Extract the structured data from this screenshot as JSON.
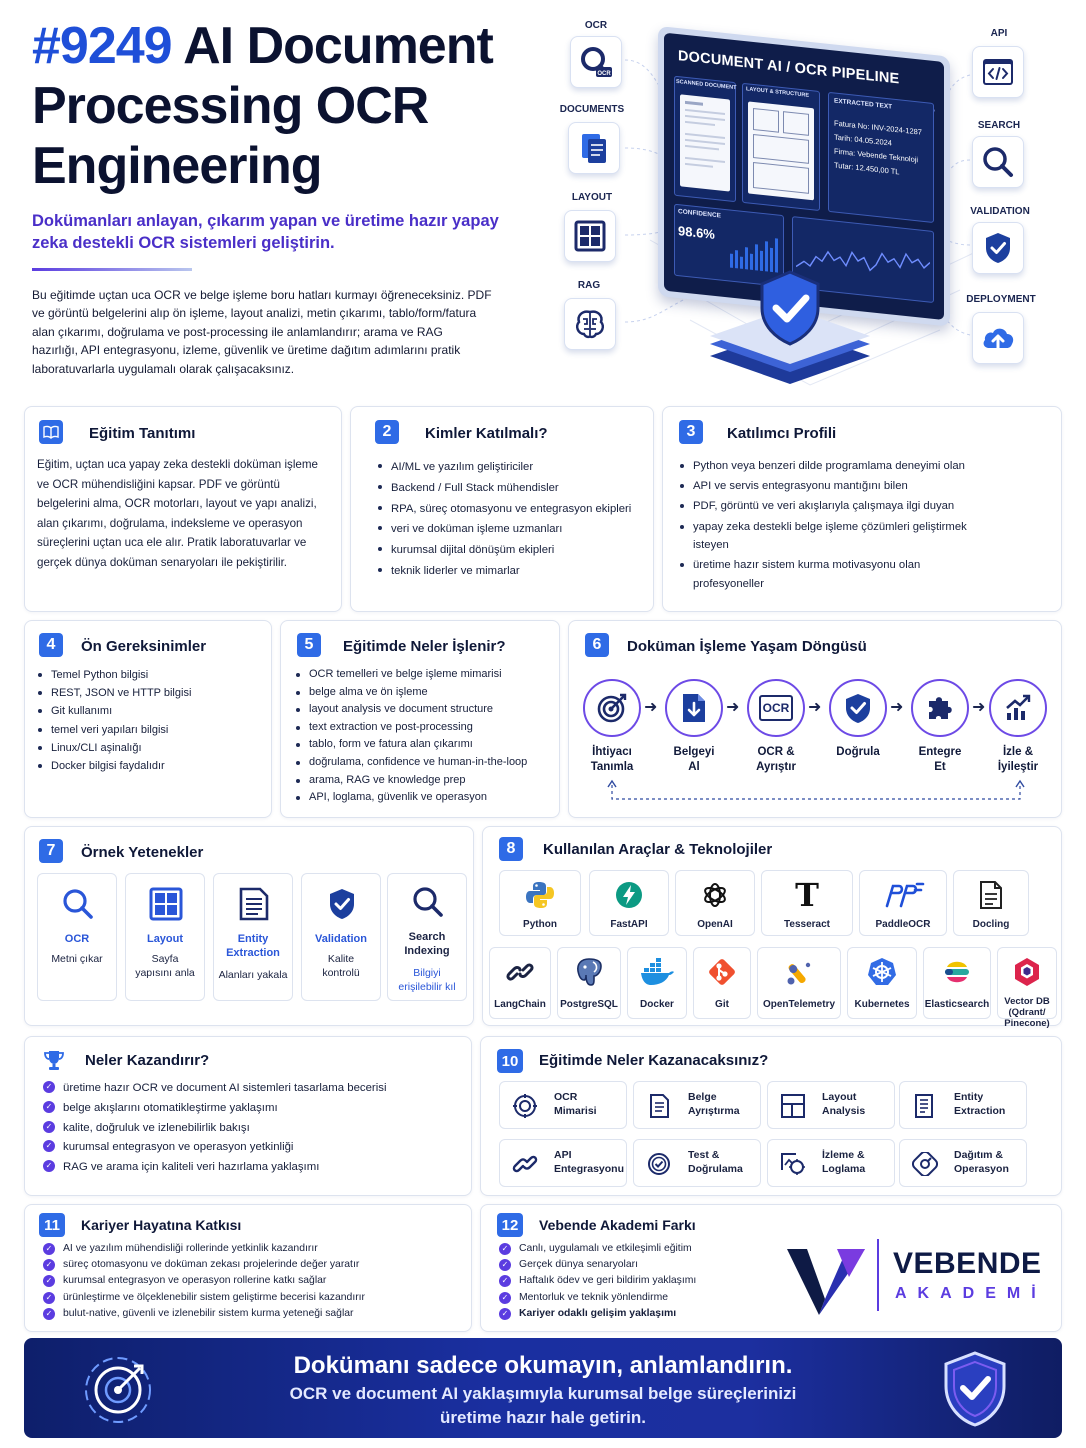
{
  "header": {
    "number": "#9249",
    "title_rest": " AI Document Processing OCR Engineering",
    "subtitle": "Dokümanları anlayan, çıkarım yapan ve üretime hazır yapay zeka destekli OCR sistemleri geliştirin.",
    "intro": "Bu eğitimde uçtan uca OCR ve belge işleme boru hatları kurmayı öğreneceksiniz. PDF ve görüntü belgelerini alıp ön işleme, layout analizi, metin çıkarımı, tablo/form/fatura alan çıkarımı, doğrulama ve post-processing ile anlamlandırır; arama ve RAG hazırlığı, API entegrasyonu, izleme, güvenlik ve üretime dağıtım adımlarını pratik laboratuvarlarla uygulamalı olarak çalışacaksınız."
  },
  "hero": {
    "left_labels": [
      "OCR",
      "DOCUMENTS",
      "LAYOUT",
      "RAG"
    ],
    "right_labels": [
      "API",
      "SEARCH",
      "VALIDATION",
      "DEPLOYMENT"
    ],
    "monitor_title": "DOCUMENT AI / OCR PIPELINE",
    "panel_scanned": "SCANNED DOCUMENT",
    "panel_layout": "LAYOUT & STRUCTURE",
    "panel_extracted": "EXTRACTED TEXT",
    "fields": [
      "Fatura No:  INV-2024-1287",
      "Tarih:       04.05.2024",
      "Firma:  Vebende Teknoloji",
      "Tutar:      12.450,00 TL"
    ],
    "confidence_label": "CONFIDENCE",
    "confidence_value": "98.6%",
    "ocr_badge": "OCR"
  },
  "sec1": {
    "title": "Eğitim Tanıtımı",
    "text": "Eğitim, uçtan uca yapay zeka destekli doküman işleme ve OCR mühendisliğini kapsar. PDF ve görüntü belgelerini alma, OCR motorları, layout ve yapı analizi, alan çıkarımı, doğrulama, indeksleme ve operasyon süreçlerini uçtan uca ele alır. Pratik laboratuvarlar ve gerçek dünya doküman senaryoları ile pekiştirilir."
  },
  "sec2": {
    "num": "2",
    "title": "Kimler Katılmalı?",
    "items": [
      "AI/ML ve yazılım geliştiriciler",
      "Backend / Full Stack mühendisler",
      "RPA, süreç otomasyonu ve entegrasyon ekipleri",
      "veri ve doküman işleme uzmanları",
      "kurumsal dijital dönüşüm ekipleri",
      "teknik liderler ve mimarlar"
    ]
  },
  "sec3": {
    "num": "3",
    "title": "Katılımcı Profili",
    "items": [
      "Python veya benzeri dilde programlama deneyimi olan",
      "API ve servis entegrasyonu mantığını bilen",
      "PDF, görüntü ve veri akışlarıyla çalışmaya ilgi duyan",
      "yapay zeka destekli belge işleme çözümleri geliştirmek isteyen",
      "üretime hazır sistem kurma motivasyonu olan profesyoneller"
    ]
  },
  "sec4": {
    "num": "4",
    "title": "Ön Gereksinimler",
    "items": [
      "Temel Python bilgisi",
      "REST, JSON ve HTTP bilgisi",
      "Git kullanımı",
      "temel veri yapıları bilgisi",
      "Linux/CLI aşinalığı",
      "Docker bilgisi faydalıdır"
    ]
  },
  "sec5": {
    "num": "5",
    "title": "Eğitimde Neler İşlenir?",
    "items": [
      "OCR temelleri ve belge işleme mimarisi",
      "belge alma ve ön işleme",
      "layout analysis ve document structure",
      "text extraction ve post-processing",
      "tablo, form ve fatura alan çıkarımı",
      "doğrulama, confidence ve human-in-the-loop",
      "arama, RAG ve knowledge prep",
      "API, loglama, güvenlik ve operasyon"
    ]
  },
  "sec6": {
    "num": "6",
    "title": "Doküman İşleme Yaşam Döngüsü",
    "steps": [
      {
        "line1": "İhtiyacı",
        "line2": "Tanımla",
        "icon": "target-icon"
      },
      {
        "line1": "Belgeyi",
        "line2": "Al",
        "icon": "document-download-icon"
      },
      {
        "line1": "OCR &",
        "line2": "Ayrıştır",
        "icon": "ocr-icon"
      },
      {
        "line1": "Doğrula",
        "line2": "",
        "icon": "shield-check-icon"
      },
      {
        "line1": "Entegre",
        "line2": "Et",
        "icon": "puzzle-icon"
      },
      {
        "line1": "İzle &",
        "line2": "İyileştir",
        "icon": "chart-growth-icon"
      }
    ],
    "ocr_box_text": "OCR"
  },
  "sec7": {
    "num": "7",
    "title": "Örnek Yetenekler",
    "items": [
      {
        "name": "OCR",
        "desc": "Metni çıkar",
        "icon": "search-icon"
      },
      {
        "name": "Layout",
        "desc": "Sayfa yapısını anla",
        "icon": "layout-grid-icon"
      },
      {
        "name": "Entity Extraction",
        "desc": "Alanları yakala",
        "icon": "document-lines-icon"
      },
      {
        "name": "Validation",
        "desc": "Kalite kontrolü",
        "icon": "shield-check-icon"
      },
      {
        "name": "Search Indexing",
        "desc": "Bilgiyi erişilebilir kıl",
        "icon": "search-icon"
      }
    ]
  },
  "sec8": {
    "num": "8",
    "title": "Kullanılan Araçlar & Teknolojiler",
    "row1": [
      "Python",
      "FastAPI",
      "OpenAI",
      "Tesseract",
      "PaddleOCR",
      "Docling"
    ],
    "row2": [
      "LangChain",
      "PostgreSQL",
      "Docker",
      "Git",
      "OpenTelemetry",
      "Kubernetes",
      "Elasticsearch",
      "Vector DB (Qdrant/ Pinecone)"
    ],
    "tesseract_glyph": "T",
    "colors": {
      "python_blue": "#3b74c0",
      "python_yellow": "#f5c623",
      "fastapi": "#0c9a83",
      "git": "#f0502f",
      "docker": "#1d8fe0",
      "kubernetes": "#326ce5"
    }
  },
  "sec9": {
    "title": "Neler Kazandırır?",
    "items": [
      "üretime hazır OCR ve document AI sistemleri tasarlama becerisi",
      "belge akışlarını otomatikleştirme yaklaşımı",
      "kalite, doğruluk ve izlenebilirlik bakışı",
      "kurumsal entegrasyon ve operasyon yetkinliği",
      "RAG ve arama için kaliteli veri hazırlama yaklaşımı"
    ]
  },
  "sec10": {
    "num": "10",
    "title": "Eğitimde Neler Kazanacaksınız?",
    "items": [
      {
        "l1": "OCR",
        "l2": "Mimarisi",
        "icon": "ocr-scan-icon"
      },
      {
        "l1": "Belge",
        "l2": "Ayrıştırma",
        "icon": "document-lines-icon"
      },
      {
        "l1": "Layout",
        "l2": "Analysis",
        "icon": "layout-icon"
      },
      {
        "l1": "Entity",
        "l2": "Extraction",
        "icon": "document-list-icon"
      },
      {
        "l1": "API",
        "l2": "Entegrasyonu",
        "icon": "link-icon"
      },
      {
        "l1": "Test &",
        "l2": "Doğrulama",
        "icon": "check-circle-icon"
      },
      {
        "l1": "İzleme &",
        "l2": "Loglama",
        "icon": "monitor-log-icon"
      },
      {
        "l1": "Dağıtım &",
        "l2": "Operasyon",
        "icon": "deploy-icon"
      }
    ]
  },
  "sec11": {
    "num": "11",
    "title": "Kariyer Hayatına Katkısı",
    "items": [
      "AI ve yazılım mühendisliği rollerinde yetkinlik kazandırır",
      "süreç otomasyonu ve doküman zekası projelerinde değer yaratır",
      "kurumsal entegrasyon ve operasyon rollerine katkı sağlar",
      "ürünleştirme ve ölçeklenebilir sistem geliştirme becerisi kazandırır",
      "bulut-native, güvenli ve izlenebilir sistem kurma yeteneği sağlar"
    ]
  },
  "sec12": {
    "num": "12",
    "title": "Vebende Akademi Farkı",
    "items": [
      "Canlı, uygulamalı ve etkileşimli eğitim",
      "Gerçek dünya senaryoları",
      "Haftalık ödev ve geri bildirim yaklaşımı",
      "Mentorluk ve teknik yönlendirme",
      "Kariyer odaklı gelişim yaklaşımı"
    ],
    "logo_name": "VEBENDE",
    "logo_sub": "AKADEMİ"
  },
  "banner": {
    "line1": "Dokümanı sadece okumayın, anlamlandırın.",
    "line2": "OCR ve document AI yaklaşımıyla kurumsal belge süreçlerinizi",
    "line3": "üretime hazır hale getirin."
  },
  "colors": {
    "accent_blue": "#2f6be6",
    "accent_purple": "#5b3ce0",
    "title_blue": "#1f4fd8",
    "dark": "#0b1230",
    "banner": "#14268a"
  }
}
